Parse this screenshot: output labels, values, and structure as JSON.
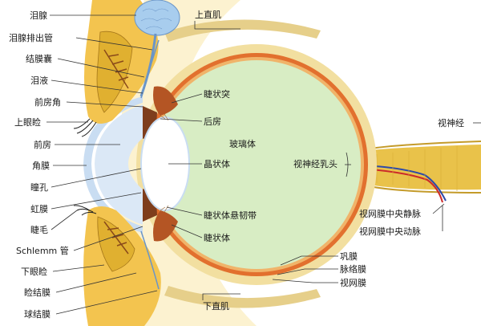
{
  "diagram": {
    "labels": {
      "lacrimal_gland": "泪腺",
      "lacrimal_duct": "泪腺排出管",
      "conjunctival_sac": "结膜囊",
      "tear_fluid": "泪液",
      "anterior_chamber_angle": "前房角",
      "upper_eyelid": "上眼睑",
      "anterior_chamber": "前房",
      "cornea": "角膜",
      "pupil": "瞳孔",
      "iris": "虹膜",
      "eyelash": "睫毛",
      "schlemm_canal": "Schlemm 管",
      "lower_eyelid": "下眼睑",
      "palpebral_conjunctiva": "睑结膜",
      "bulbar_conjunctiva": "球结膜",
      "superior_rectus": "上直肌",
      "ciliary_process": "睫状突",
      "posterior_chamber": "后房",
      "vitreous_body": "玻璃体",
      "lens": "晶状体",
      "zonule": "睫状体悬韧带",
      "ciliary_body": "睫状体",
      "optic_disc": "视神经乳头",
      "optic_nerve": "视神经",
      "central_retinal_vein": "视网膜中央静脉",
      "central_retinal_artery": "视网膜中央动脉",
      "sclera": "巩膜",
      "choroid": "脉络膜",
      "retina": "视网膜",
      "inferior_rectus": "下直肌"
    },
    "colors": {
      "vitreous": "#d8edc4",
      "sclera": "#f2dfa0",
      "choroid": "#e2702e",
      "cornea": "#c9ddf2",
      "lens": "#ffffff",
      "eyelid": "#f3c44f",
      "lacrimal_gland": "#a8cdee",
      "optic_nerve": "#e9c24a",
      "vein": "#2d4aa8",
      "artery": "#cc2a2a"
    }
  }
}
